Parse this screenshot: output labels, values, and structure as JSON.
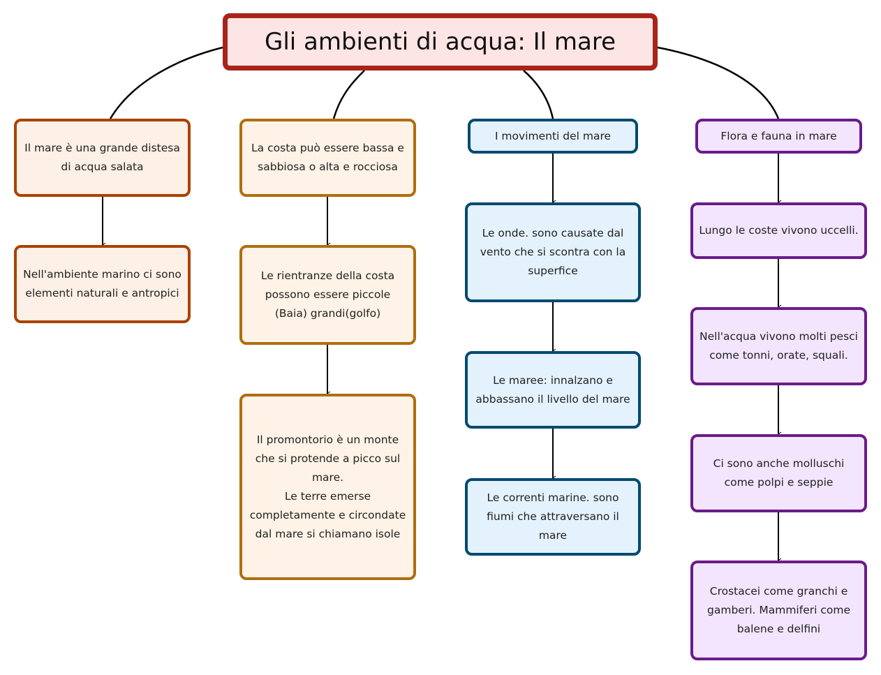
{
  "title": "Gli ambienti di acqua: Il mare",
  "colors": {
    "title_border": "#a8241a",
    "col1": "#a84300",
    "col2": "#af6e10",
    "col3": "#004a70",
    "col4": "#6a1b8a"
  },
  "columns": [
    {
      "heading": "Il mare è una grande distesa di acqua salata",
      "items": [
        "Nell'ambiente marino ci sono elementi naturali e antropici"
      ]
    },
    {
      "heading": "La costa può essere bassa e sabbiosa o alta e rocciosa",
      "items": [
        "Le rientranze della costa possono essere piccole (Baia) grandi(golfo)",
        "Il promontorio è un monte che si protende a picco sul mare.\nLe terre emerse completamente e circondate dal mare si chiamano isole"
      ]
    },
    {
      "heading": "I movimenti del mare",
      "items": [
        "Le onde. sono causate dal vento che si scontra con la superfice",
        "Le maree: innalzano e abbassano il livello del mare",
        "Le correnti marine. sono fiumi che attraversano il mare"
      ]
    },
    {
      "heading": "Flora e fauna in mare",
      "items": [
        "Lungo le coste vivono uccelli.",
        "Nell'acqua vivono molti pesci come tonni, orate, squali.",
        "Ci sono anche molluschi come polpi e seppie",
        "Crostacei come granchi e gamberi. Mammiferi come balene e delfini"
      ]
    }
  ]
}
